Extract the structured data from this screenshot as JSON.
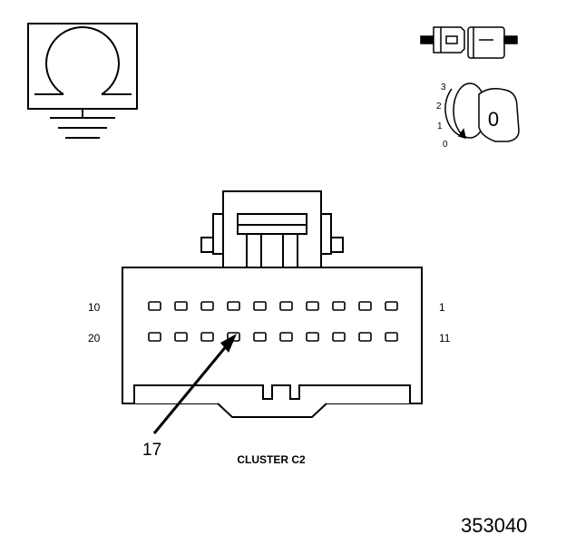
{
  "pin_labels": {
    "top_left": "10",
    "top_right": "1",
    "bottom_left": "20",
    "bottom_right": "11"
  },
  "callout": "17",
  "connector_name": "CLUSTER C2",
  "figure_id": "353040",
  "ignition_positions": [
    "3",
    "2",
    "1",
    "0"
  ],
  "key_label": "0",
  "pin_rows": [
    {
      "name": "top-row",
      "count": 10
    },
    {
      "name": "bottom-row",
      "count": 10
    }
  ],
  "colors": {
    "line": "#000000",
    "background": "#ffffff"
  }
}
